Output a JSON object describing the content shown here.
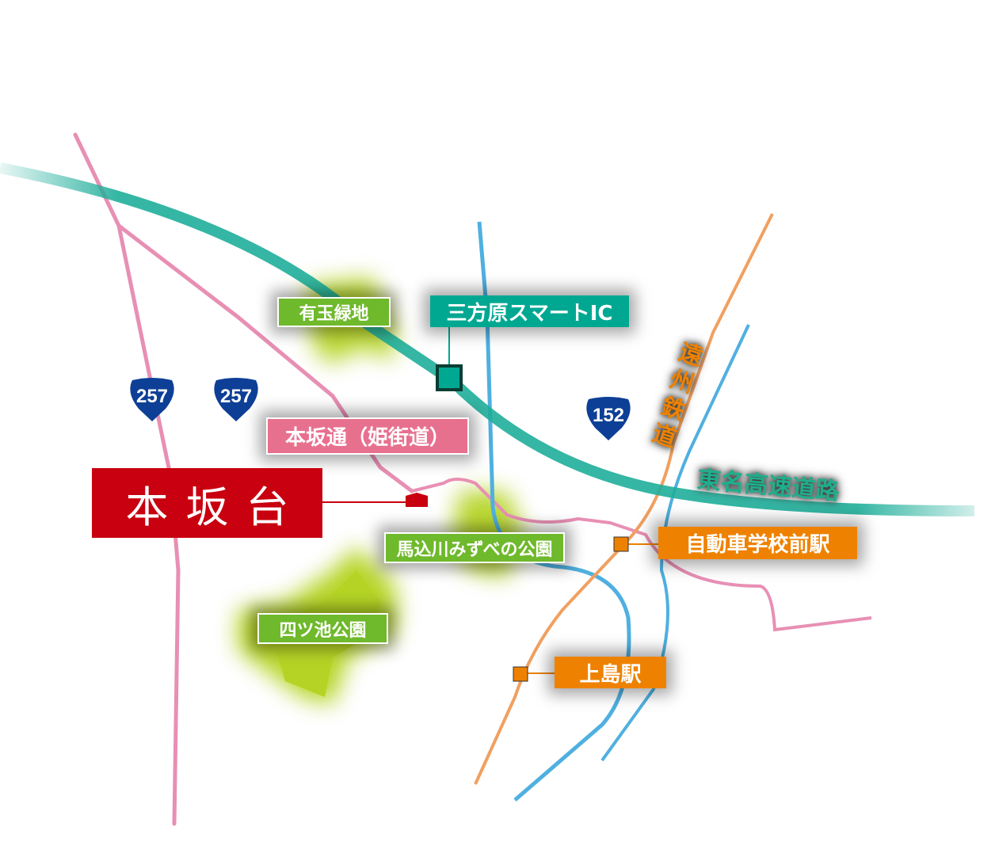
{
  "map": {
    "main_location": "本坂台",
    "labels": {
      "aritama": "有玉緑地",
      "mikatahara_ic": "三方原スマートIC",
      "honsaka_dori": "本坂通（姫街道）",
      "magomegawa": "馬込川みずべの公園",
      "yotsuike": "四ツ池公園",
      "jidosha_station": "自動車学校前駅",
      "kamijima_station": "上島駅",
      "enshu_railway": "遠州鉄道",
      "tomei": "東名高速道路"
    },
    "shields": [
      "257",
      "257",
      "152"
    ],
    "colors": {
      "expressway": "#1fae9a",
      "road": "#e88fb4",
      "river": "#4fb0e0",
      "railway": "#f0a060",
      "park": "#a8cc00",
      "main": "#c8000f",
      "shield": "#0d3f96"
    }
  }
}
